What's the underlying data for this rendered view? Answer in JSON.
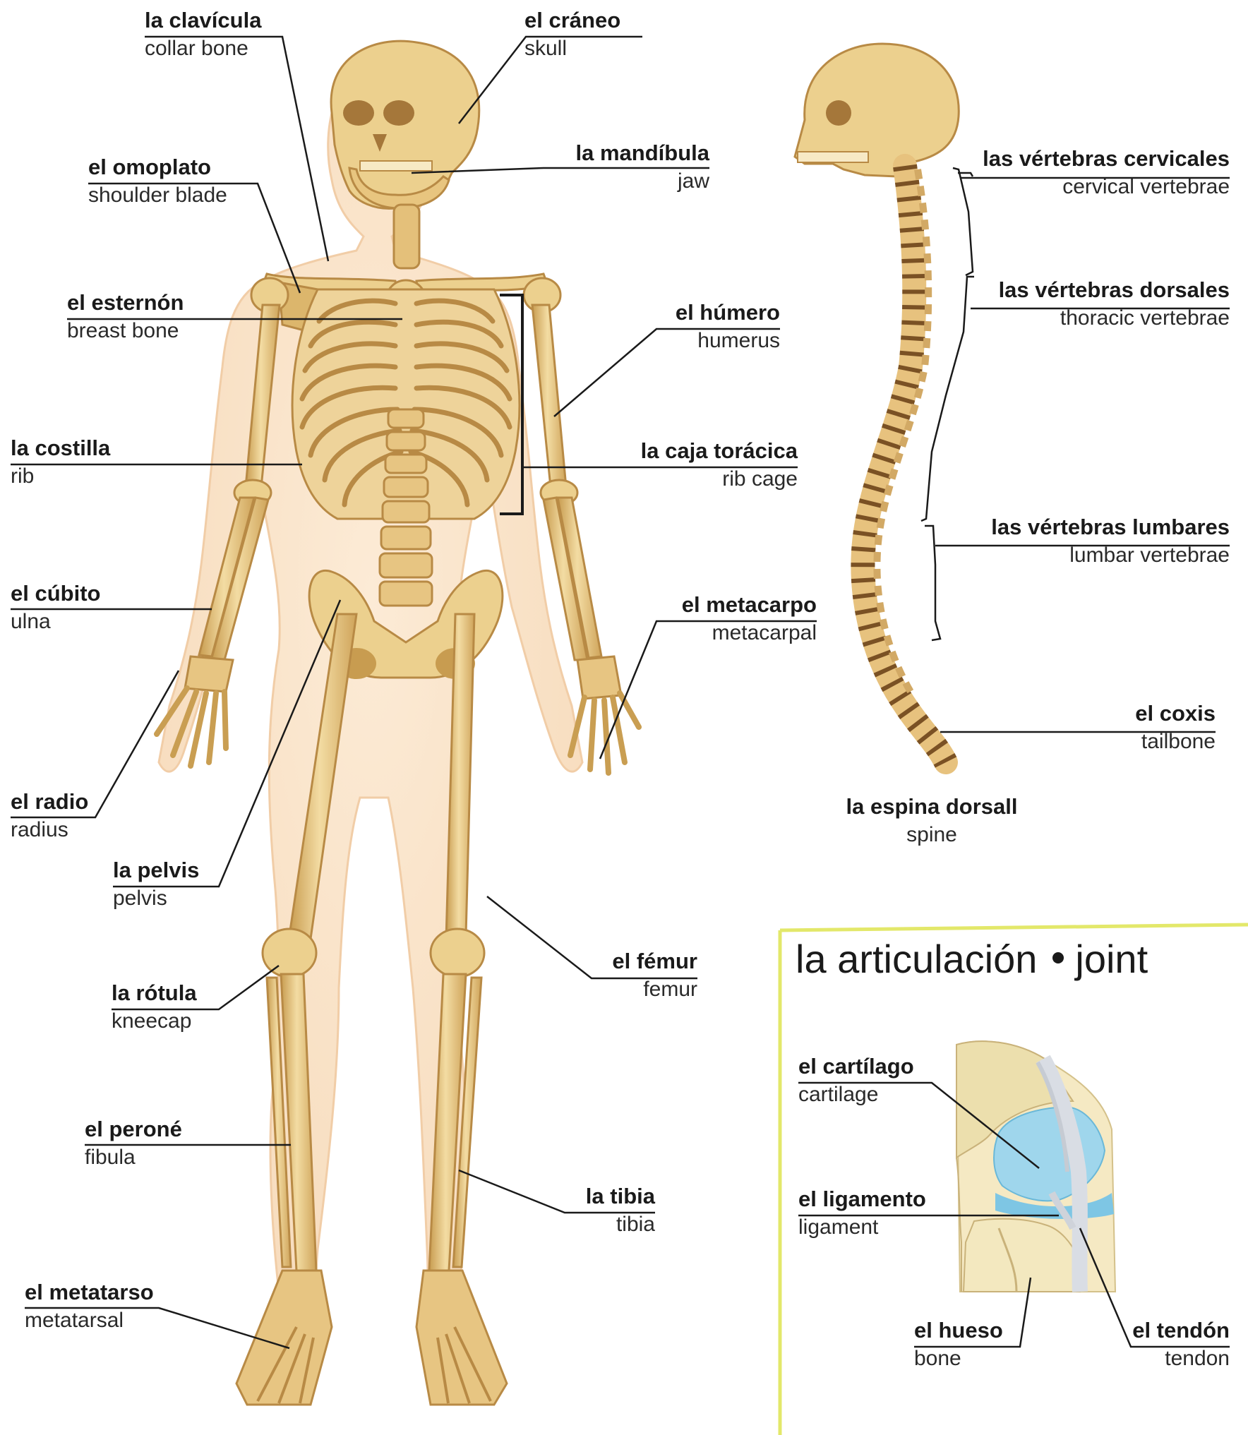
{
  "skeleton_labels": {
    "clavicula": {
      "es": "la clavícula",
      "en": "collar bone"
    },
    "craneo": {
      "es": "el cráneo",
      "en": "skull"
    },
    "omoplato": {
      "es": "el omoplato",
      "en": "shoulder blade"
    },
    "mandibula": {
      "es": "la mandíbula",
      "en": "jaw"
    },
    "esternon": {
      "es": "el esternón",
      "en": "breast bone"
    },
    "humero": {
      "es": "el húmero",
      "en": "humerus"
    },
    "costilla": {
      "es": "la costilla",
      "en": "rib"
    },
    "caja_toracica": {
      "es": "la caja torácica",
      "en": "rib cage"
    },
    "cubito": {
      "es": "el cúbito",
      "en": "ulna"
    },
    "metacarpo": {
      "es": "el metacarpo",
      "en": "metacarpal"
    },
    "radio": {
      "es": "el radio",
      "en": "radius"
    },
    "pelvis": {
      "es": "la pelvis",
      "en": "pelvis"
    },
    "femur": {
      "es": "el fémur",
      "en": "femur"
    },
    "rotula": {
      "es": "la rótula",
      "en": "kneecap"
    },
    "perone": {
      "es": "el peroné",
      "en": "fibula"
    },
    "tibia": {
      "es": "la tibia",
      "en": "tibia"
    },
    "metatarso": {
      "es": "el metatarso",
      "en": "metatarsal"
    }
  },
  "spine_labels": {
    "cervicales": {
      "es": "las vértebras cervicales",
      "en": "cervical vertebrae"
    },
    "dorsales": {
      "es": "las vértebras dorsales",
      "en": "thoracic vertebrae"
    },
    "lumbares": {
      "es": "las vértebras lumbares",
      "en": "lumbar vertebrae"
    },
    "coxis": {
      "es": "el coxis",
      "en": "tailbone"
    },
    "caption": {
      "es": "la espina dorsall",
      "en": "spine"
    }
  },
  "joint": {
    "title_es": "la articulación",
    "title_en": "joint",
    "labels": {
      "cartilago": {
        "es": "el cartílago",
        "en": "cartilage"
      },
      "ligamento": {
        "es": "el ligamento",
        "en": "ligament"
      },
      "hueso": {
        "es": "el hueso",
        "en": "bone"
      },
      "tendon": {
        "es": "el tendón",
        "en": "tendon"
      }
    }
  },
  "colors": {
    "bone": "#ecd08e",
    "bone_shadow": "#c99e52",
    "body_skin": "#fbe6cd",
    "cartilage": "#9fd6ec",
    "panel_border": "#e3e86a",
    "leader_line": "#1a1a1a"
  }
}
